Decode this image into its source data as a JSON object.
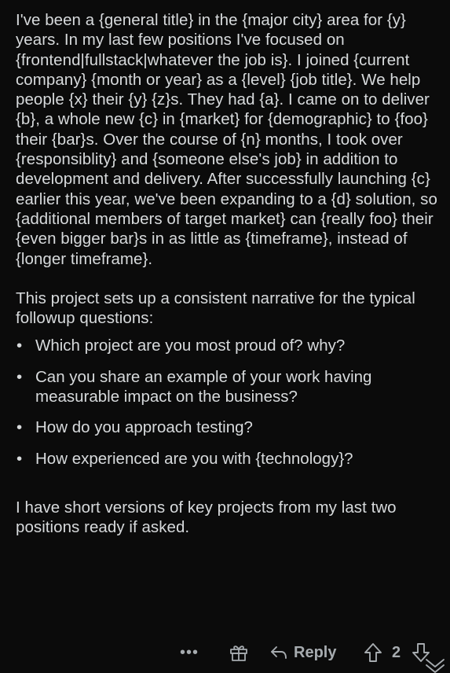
{
  "comment": {
    "paragraph1": "I've been a {general title} in the {major city} area for {y} years. In my last few positions I've focused on {frontend|fullstack|whatever the job is}. I joined {current company} {month or year} as a {level} {job title}. We help people {x} their {y} {z}s. They had {a}. I came on to deliver {b}, a whole new {c} in {market} for {demographic} to {foo} their {bar}s. Over the course of {n} months, I took over {responsiblity} and {someone else's job} in addition to development and delivery. After successfully launching {c} earlier this year, we've been expanding to a {d} solution, so {additional members of target market} can {really foo} their {even bigger bar}s in as little as {timeframe}, instead of {longer timeframe}.",
    "paragraph2": "This project sets up a consistent narrative for the typical followup questions:",
    "bullets": [
      "Which project are you most proud of? why?",
      "Can you share an example of your work having measurable impact on the business?",
      "How do you approach testing?",
      "How experienced are you with {technology}?"
    ],
    "paragraph3": "I have short versions of key projects from my last two positions ready if asked."
  },
  "actions": {
    "more_label": "•••",
    "reply_label": "Reply",
    "vote_count": "2"
  },
  "icons": {
    "award": "gift-icon",
    "reply": "reply-arrow-icon",
    "upvote": "upvote-arrow-icon",
    "downvote": "downvote-arrow-icon",
    "collapse": "chevron-down-icon"
  }
}
